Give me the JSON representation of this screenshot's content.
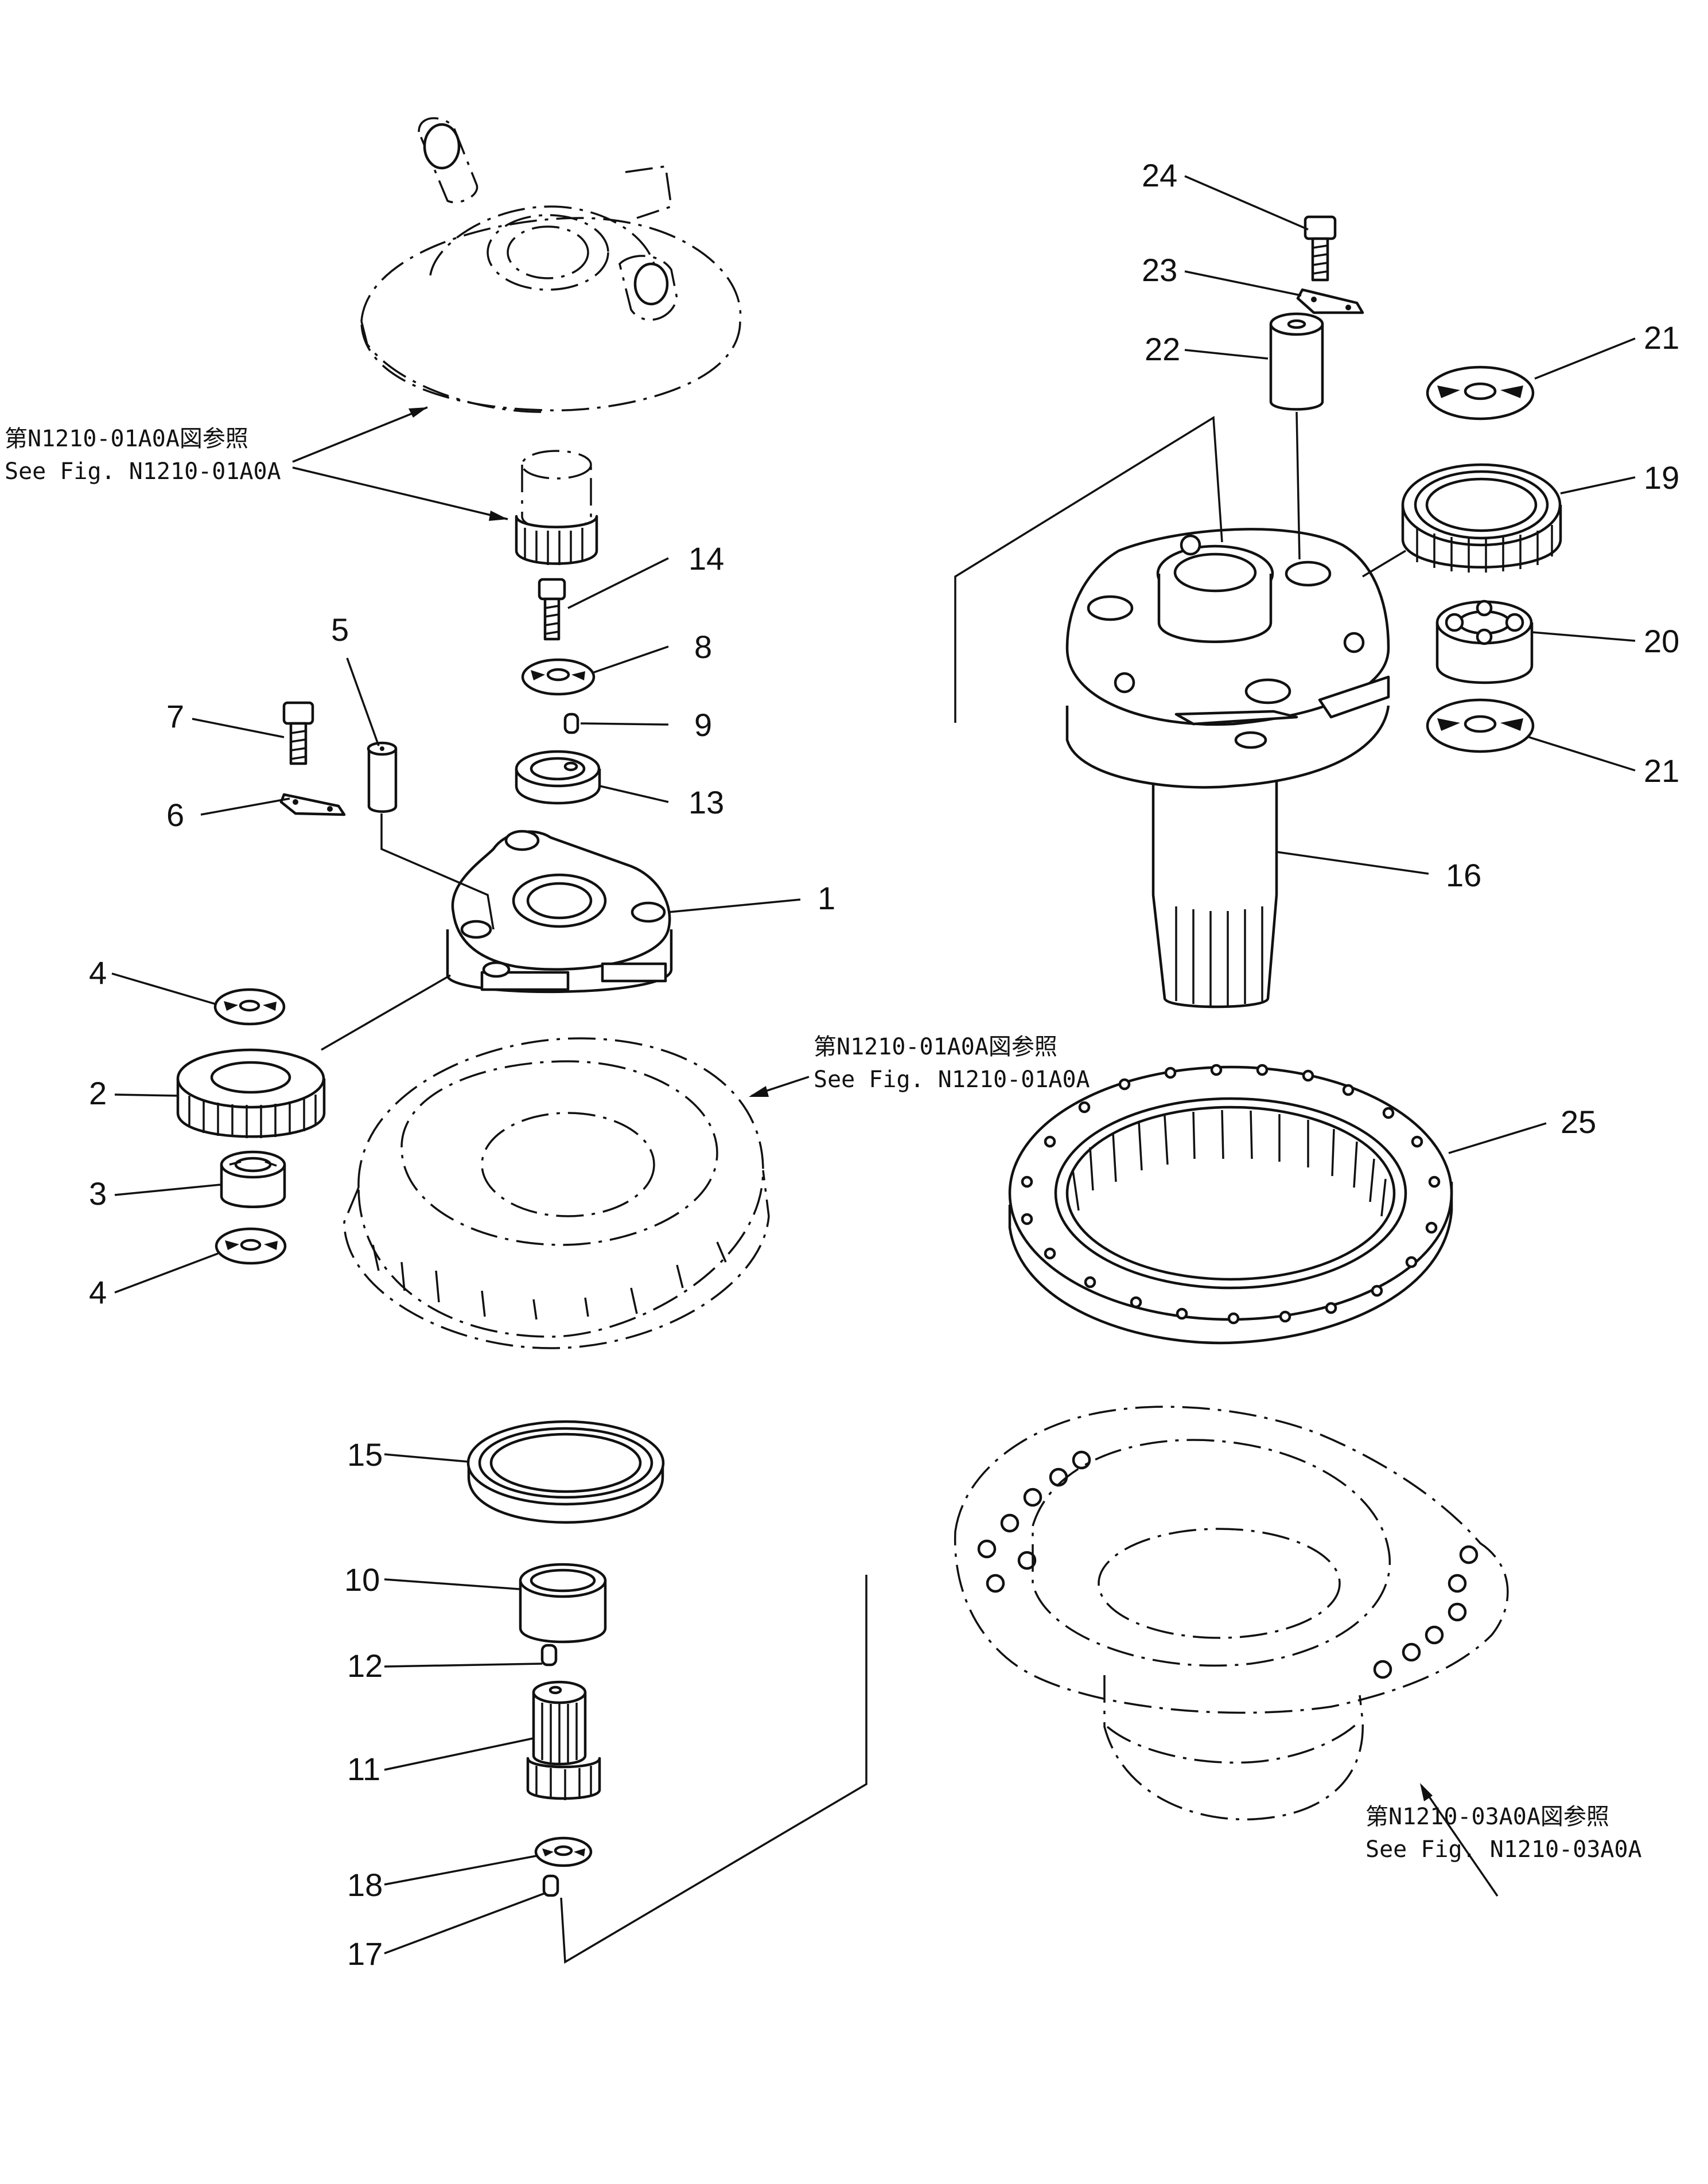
{
  "colors": {
    "line": "#111111",
    "background": "#ffffff"
  },
  "callouts": [
    "1",
    "2",
    "3",
    "4",
    "4",
    "5",
    "6",
    "7",
    "8",
    "9",
    "10",
    "11",
    "12",
    "13",
    "14",
    "15",
    "16",
    "17",
    "18",
    "19",
    "20",
    "21",
    "21",
    "22",
    "23",
    "24",
    "25"
  ],
  "references": [
    {
      "jp": "第N1210-01A0A図参照",
      "en": "See  Fig. N1210-01A0A"
    },
    {
      "jp": "第N1210-01A0A図参照",
      "en": "See  Fig. N1210-01A0A"
    },
    {
      "jp": "第N1210-03A0A図参照",
      "en": "See  Fig. N1210-03A0A"
    }
  ]
}
